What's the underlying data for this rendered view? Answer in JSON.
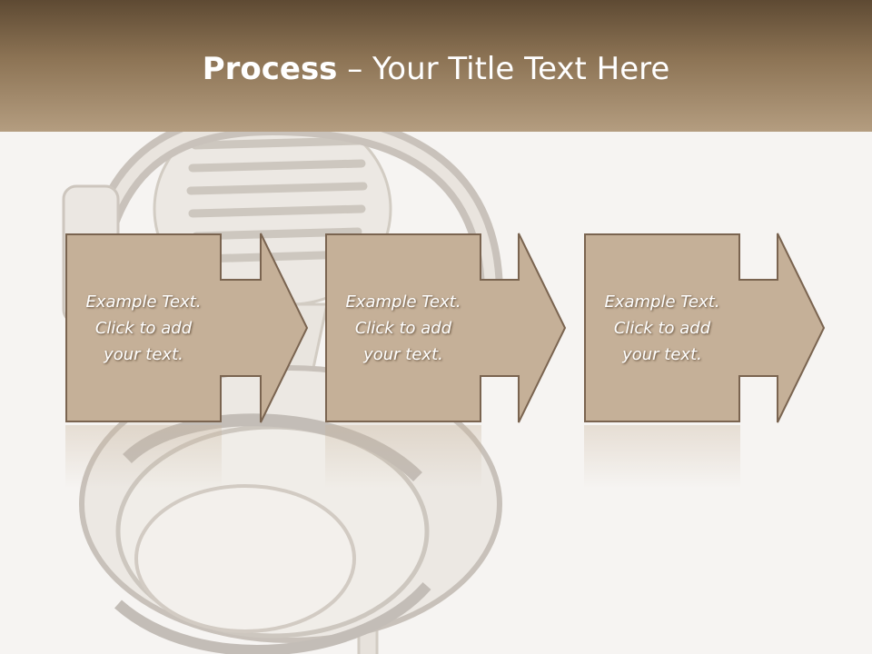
{
  "title": {
    "bold": "Process",
    "rest": " – Your Title Text Here"
  },
  "steps": [
    {
      "text": "Example Text. Click  to add your text."
    },
    {
      "text": "Example Text. Click  to add your text."
    },
    {
      "text": "Example Text. Click  to add your text."
    }
  ],
  "colors": {
    "header_top": "#5e4a33",
    "header_bottom": "#b49d80",
    "box_fill": "#c5b098",
    "box_stroke": "#7a6450",
    "background": "#f6f4f2"
  },
  "icons": [
    "headphones-microphone-illustration",
    "arrow-right-icon"
  ]
}
